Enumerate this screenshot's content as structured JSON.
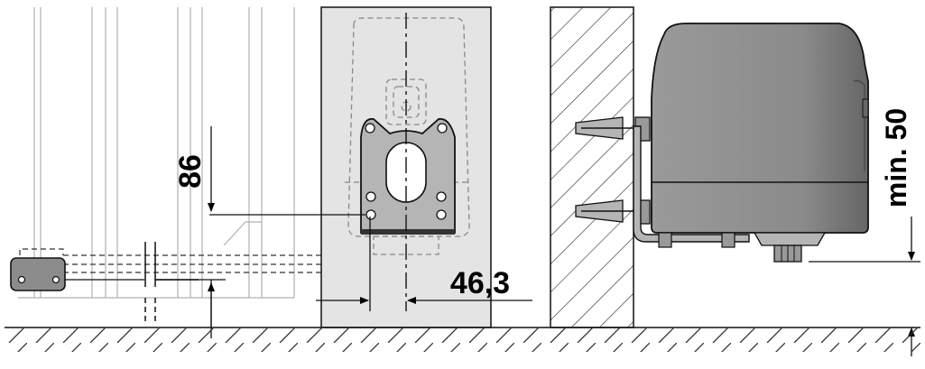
{
  "dimensions": {
    "height_label": "86",
    "offset_label": "46,3",
    "clearance_label": "min. 50"
  },
  "colors": {
    "line": "#111111",
    "panel": "#e4e4e4",
    "motor_body": "#8c8c8c",
    "motor_shade": "#6e6e6e",
    "bracket": "#b5b5b5",
    "ghost": "#9a9a9a"
  }
}
